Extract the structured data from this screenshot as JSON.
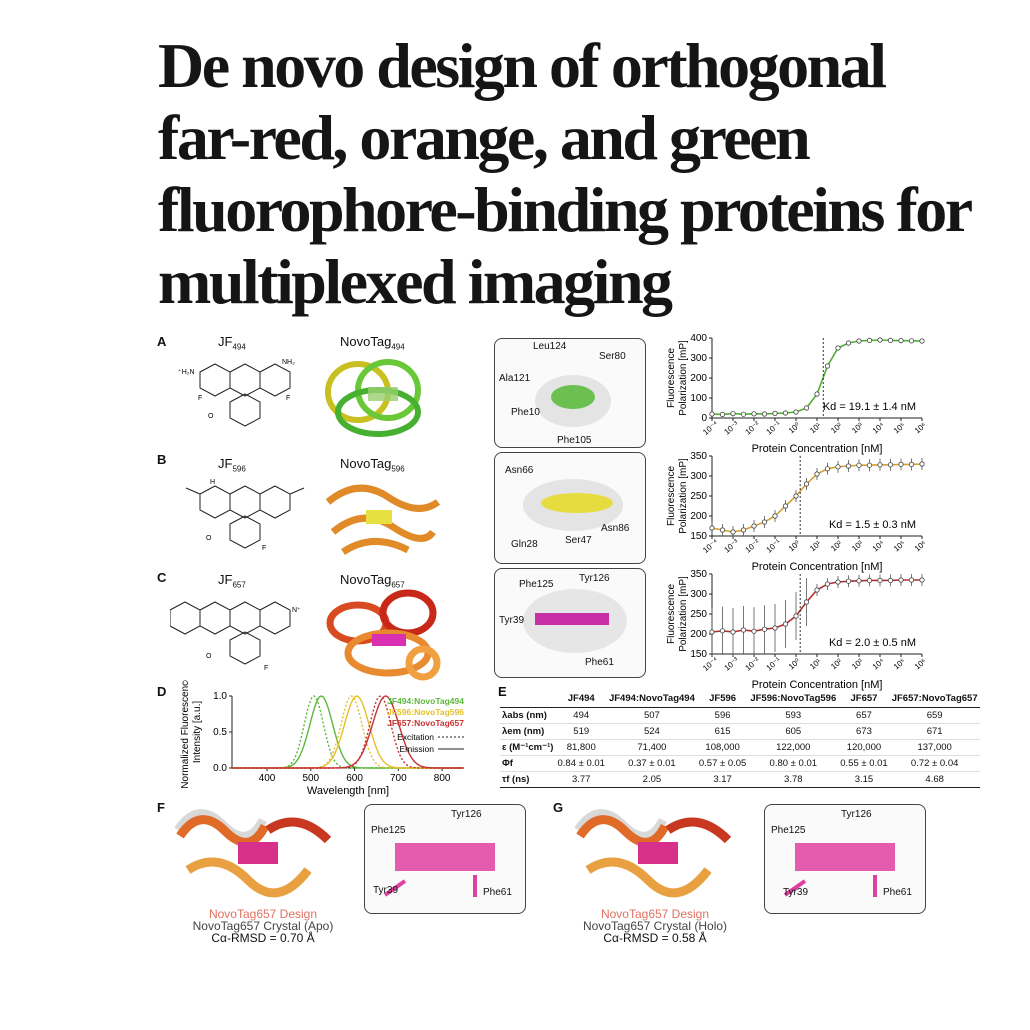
{
  "title": {
    "lines": [
      "De novo design of orthogonal",
      "far-red, orange, and green",
      "fluorophore-binding proteins for",
      "multiplexed imaging"
    ]
  },
  "panels": {
    "A": {
      "label": "A",
      "dye": "JF494",
      "protein": "NovoTag494",
      "residues": [
        "Leu124",
        "Ser80",
        "Ala121",
        "Phe10",
        "Phe105"
      ],
      "kd": "Kd = 19.1 ± 1.4 nM",
      "color": "#4caf30"
    },
    "B": {
      "label": "B",
      "dye": "JF596",
      "protein": "NovoTag596",
      "residues": [
        "Asn66",
        "Asn86",
        "Gln28",
        "Ser47"
      ],
      "kd": "Kd = 1.5 ± 0.3 nM",
      "color": "#d4a030"
    },
    "C": {
      "label": "C",
      "dye": "JF657",
      "protein": "NovoTag657",
      "residues": [
        "Phe125",
        "Tyr126",
        "Tyr39",
        "Phe61"
      ],
      "kd": "Kd = 2.0 ± 0.5 nM",
      "color": "#b03030"
    },
    "D": {
      "label": "D"
    },
    "E": {
      "label": "E"
    },
    "F": {
      "label": "F",
      "residues": [
        "Tyr126",
        "Phe125",
        "Tyr39",
        "Phe61"
      ],
      "cap1": "NovoTag657 Design",
      "cap2": "NovoTag657 Crystal (Apo)",
      "cap3": "Cα-RMSD = 0.70 Å"
    },
    "G": {
      "label": "G",
      "residues": [
        "Tyr126",
        "Phe125",
        "Tyr39",
        "Phe61"
      ],
      "cap1": "NovoTag657 Design",
      "cap2": "NovoTag657 Crystal (Holo)",
      "cap3": "Cα-RMSD = 0.58 Å"
    }
  },
  "binding_axes": {
    "ylabel1": "Fluorescence",
    "ylabel2": "Polarization [mP]",
    "xlabel": "Protein Concentration [nM]",
    "xticks": [
      "10⁻⁴",
      "10⁻³",
      "10⁻²",
      "10⁻¹",
      "10⁰",
      "10¹",
      "10²",
      "10³",
      "10⁴",
      "10⁵",
      "10⁶"
    ]
  },
  "spectra_axes": {
    "ylabel1": "Normalized Fluorescence",
    "ylabel2": "Intensity [a.u.]",
    "xlabel": "Wavelength [nm]",
    "legend": [
      "JF494:NovoTag494",
      "JF596:NovoTag596",
      "JF657:NovoTag657"
    ],
    "excitation": "Excitation",
    "emission": "Emission"
  },
  "table": {
    "headers": [
      "",
      "JF494",
      "JF494:NovoTag494",
      "JF596",
      "JF596:NovoTag596",
      "JF657",
      "JF657:NovoTag657"
    ],
    "rows": [
      [
        "λabs (nm)",
        "494",
        "507",
        "596",
        "593",
        "657",
        "659"
      ],
      [
        "λem (nm)",
        "519",
        "524",
        "615",
        "605",
        "673",
        "671"
      ],
      [
        "ε (M⁻¹cm⁻¹)",
        "81,800",
        "71,400",
        "108,000",
        "122,000",
        "120,000",
        "137,000"
      ],
      [
        "Φf",
        "0.84 ± 0.01",
        "0.37 ± 0.01",
        "0.57 ± 0.05",
        "0.80 ± 0.01",
        "0.55 ± 0.01",
        "0.72 ± 0.04"
      ],
      [
        "τf (ns)",
        "3.77",
        "2.05",
        "3.17",
        "3.78",
        "3.15",
        "4.68"
      ]
    ]
  },
  "chart_data": [
    {
      "type": "scatter",
      "panel": "A",
      "x": [
        -4,
        -3.5,
        -3,
        -2.5,
        -2,
        -1.5,
        -1,
        -0.5,
        0,
        0.5,
        1,
        1.5,
        2,
        2.5,
        3,
        3.5,
        4,
        4.5,
        5,
        5.5,
        6
      ],
      "y": [
        20,
        18,
        22,
        19,
        21,
        20,
        23,
        25,
        30,
        50,
        120,
        260,
        350,
        375,
        385,
        388,
        390,
        388,
        387,
        386,
        385
      ],
      "ylim": [
        0,
        400
      ],
      "yticks": [
        0,
        100,
        200,
        300,
        400
      ],
      "xlim": [
        -4,
        6
      ],
      "ylabel": "Fluorescence Polarization [mP]",
      "xlabel": "Protein Concentration [nM]",
      "annotation": "Kd = 19.1 ± 1.4 nM"
    },
    {
      "type": "scatter",
      "panel": "B",
      "x": [
        -4,
        -3.5,
        -3,
        -2.5,
        -2,
        -1.5,
        -1,
        -0.5,
        0,
        0.5,
        1,
        1.5,
        2,
        2.5,
        3,
        3.5,
        4,
        4.5,
        5,
        5.5,
        6
      ],
      "y": [
        170,
        165,
        160,
        165,
        175,
        185,
        200,
        225,
        250,
        280,
        305,
        318,
        323,
        325,
        327,
        327,
        328,
        328,
        329,
        329,
        330
      ],
      "ylim": [
        150,
        350
      ],
      "yticks": [
        150,
        200,
        250,
        300,
        350
      ],
      "xlim": [
        -4,
        6
      ],
      "ylabel": "Fluorescence Polarization [mP]",
      "xlabel": "Protein Concentration [nM]",
      "annotation": "Kd = 1.5 ± 0.3 nM"
    },
    {
      "type": "scatter",
      "panel": "C",
      "x": [
        -4,
        -3.5,
        -3,
        -2.5,
        -2,
        -1.5,
        -1,
        -0.5,
        0,
        0.5,
        1,
        1.5,
        2,
        2.5,
        3,
        3.5,
        4,
        4.5,
        5,
        5.5,
        6
      ],
      "y": [
        205,
        208,
        205,
        210,
        207,
        212,
        215,
        225,
        245,
        280,
        310,
        325,
        330,
        332,
        333,
        334,
        334,
        334,
        335,
        335,
        335
      ],
      "ylim": [
        150,
        350
      ],
      "yticks": [
        150,
        200,
        250,
        300,
        350
      ],
      "xlim": [
        -4,
        6
      ],
      "ylabel": "Fluorescence Polarization [mP]",
      "xlabel": "Protein Concentration [nM]",
      "annotation": "Kd = 2.0 ± 0.5 nM"
    },
    {
      "type": "line",
      "panel": "D",
      "xlim": [
        320,
        850
      ],
      "ylim": [
        0,
        1.0
      ],
      "xticks": [
        400,
        500,
        600,
        700,
        800
      ],
      "yticks": [
        0.0,
        0.5,
        1.0
      ],
      "series": [
        {
          "name": "JF494:NovoTag494",
          "kind": "excitation",
          "color": "#5cb83a",
          "peak": 507,
          "width": 22
        },
        {
          "name": "JF494:NovoTag494",
          "kind": "emission",
          "color": "#5cb83a",
          "peak": 524,
          "width": 26
        },
        {
          "name": "JF596:NovoTag596",
          "kind": "excitation",
          "color": "#e6c02a",
          "peak": 593,
          "width": 24
        },
        {
          "name": "JF596:NovoTag596",
          "kind": "emission",
          "color": "#e6c02a",
          "peak": 605,
          "width": 28
        },
        {
          "name": "JF657:NovoTag657",
          "kind": "excitation",
          "color": "#c83030",
          "peak": 659,
          "width": 24
        },
        {
          "name": "JF657:NovoTag657",
          "kind": "emission",
          "color": "#c83030",
          "peak": 671,
          "width": 30
        }
      ]
    }
  ]
}
